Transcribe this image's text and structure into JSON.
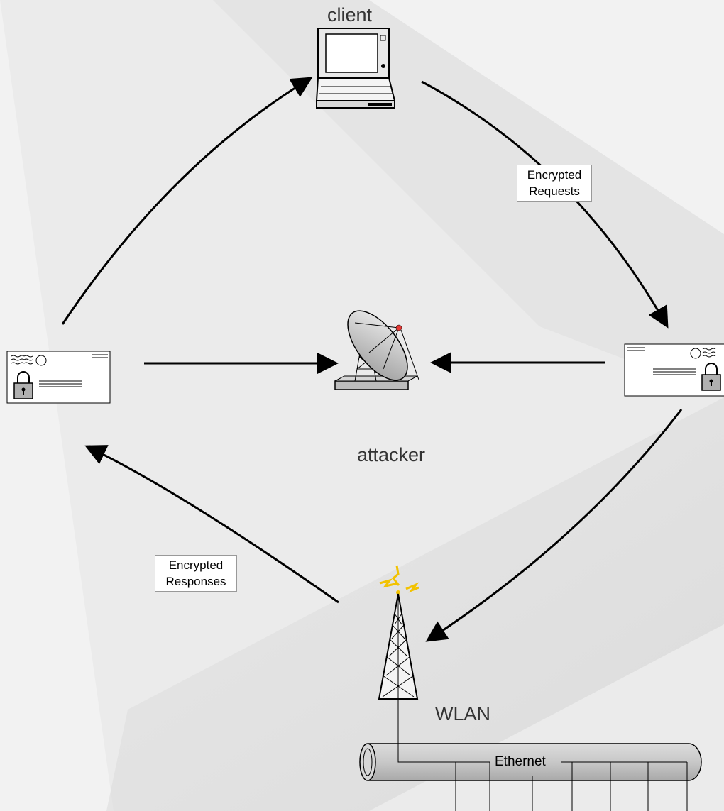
{
  "labels": {
    "client": "client",
    "attacker": "attacker",
    "wlan": "WLAN",
    "ethernet": "Ethernet"
  },
  "flows": {
    "requests": {
      "line1": "Encrypted",
      "line2": "Requests"
    },
    "responses": {
      "line1": "Encrypted",
      "line2": "Responses"
    }
  },
  "icons": {
    "client": "laptop-icon",
    "attacker": "satellite-dish-icon",
    "wlan": "radio-tower-icon",
    "left_message": "encrypted-envelope-icon",
    "right_message": "encrypted-envelope-icon",
    "ethernet": "network-cable-icon"
  },
  "colors": {
    "background": "#f2f2f2",
    "background_band": "#dcdcdc",
    "arrow": "#000000",
    "signal": "#f2c200",
    "dish_tip": "#e53935"
  }
}
